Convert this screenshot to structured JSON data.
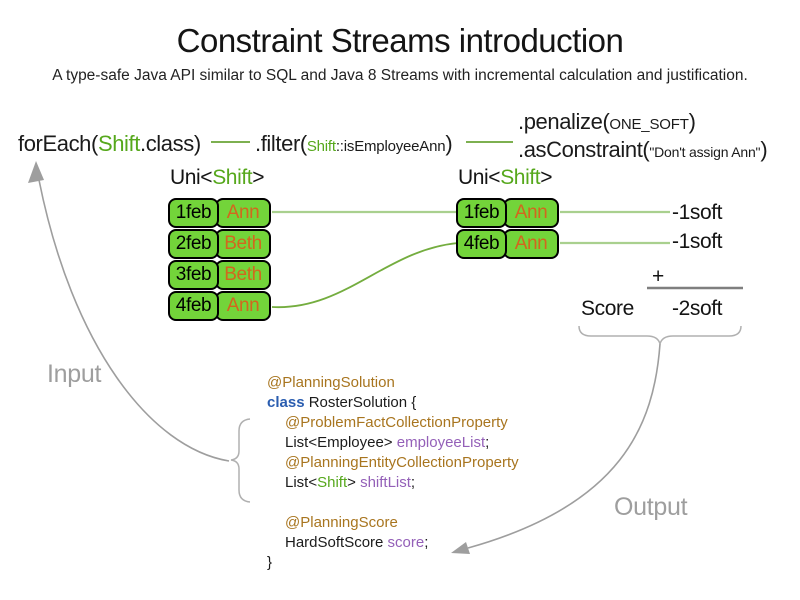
{
  "title": "Constraint Streams introduction",
  "subtitle": "A type-safe Java API similar to SQL and Java 8 Streams with incremental calculation and justification.",
  "pipeline": {
    "foreach_pre": "forEach(",
    "foreach_type": "Shift",
    "foreach_post": ".class)",
    "filter_pre": ".filter(",
    "filter_arg_type": "Shift",
    "filter_arg_rest": "::isEmployeeAnn",
    "filter_close": ")",
    "penalize_pre": ".penalize(",
    "penalize_arg": "ONE_SOFT",
    "penalize_close": ")",
    "asconstraint_pre": ".asConstraint(",
    "asconstraint_arg": "\"Don't assign Ann\"",
    "asconstraint_close": ")"
  },
  "left_stream": {
    "type_pre": "Uni<",
    "type_name": "Shift",
    "type_post": ">",
    "rows": [
      {
        "date": "1feb",
        "employee": "Ann"
      },
      {
        "date": "2feb",
        "employee": "Beth"
      },
      {
        "date": "3feb",
        "employee": "Beth"
      },
      {
        "date": "4feb",
        "employee": "Ann"
      }
    ]
  },
  "right_stream": {
    "type_pre": "Uni<",
    "type_name": "Shift",
    "type_post": ">",
    "rows": [
      {
        "date": "1feb",
        "employee": "Ann"
      },
      {
        "date": "4feb",
        "employee": "Ann"
      }
    ]
  },
  "scores": {
    "per_match": [
      "-1soft",
      "-1soft"
    ],
    "plus_sign": "+",
    "score_label": "Score",
    "total": "-2soft"
  },
  "flow_labels": {
    "input": "Input",
    "output": "Output"
  },
  "code": {
    "l1_annotation": "@PlanningSolution",
    "l2_keyword": "class",
    "l2_rest": " RosterSolution {",
    "l3_annotation": "@ProblemFactCollectionProperty",
    "l4_type": "List<Employee> ",
    "l4_field": "employeeList",
    "l4_end": ";",
    "l5_annotation": "@PlanningEntityCollectionProperty",
    "l6_type_pre": "List<",
    "l6_type_green": "Shift",
    "l6_type_post": "> ",
    "l6_field": "shiftList",
    "l6_end": ";",
    "l7_annotation": "@PlanningScore",
    "l8_type": "HardSoftScore ",
    "l8_field": "score",
    "l8_end": ";",
    "l9_close": "}"
  },
  "colors": {
    "type_green": "#56a81c",
    "cell_green": "#73d43a",
    "employee_orange": "#d2671e",
    "annotation_gold": "#a8751f",
    "keyword_blue": "#2a5db0",
    "field_purple": "#9460b8",
    "connector_light_green": "#a9d08e",
    "connector_green": "#74ad3f",
    "flow_gray": "#9e9e9e"
  }
}
